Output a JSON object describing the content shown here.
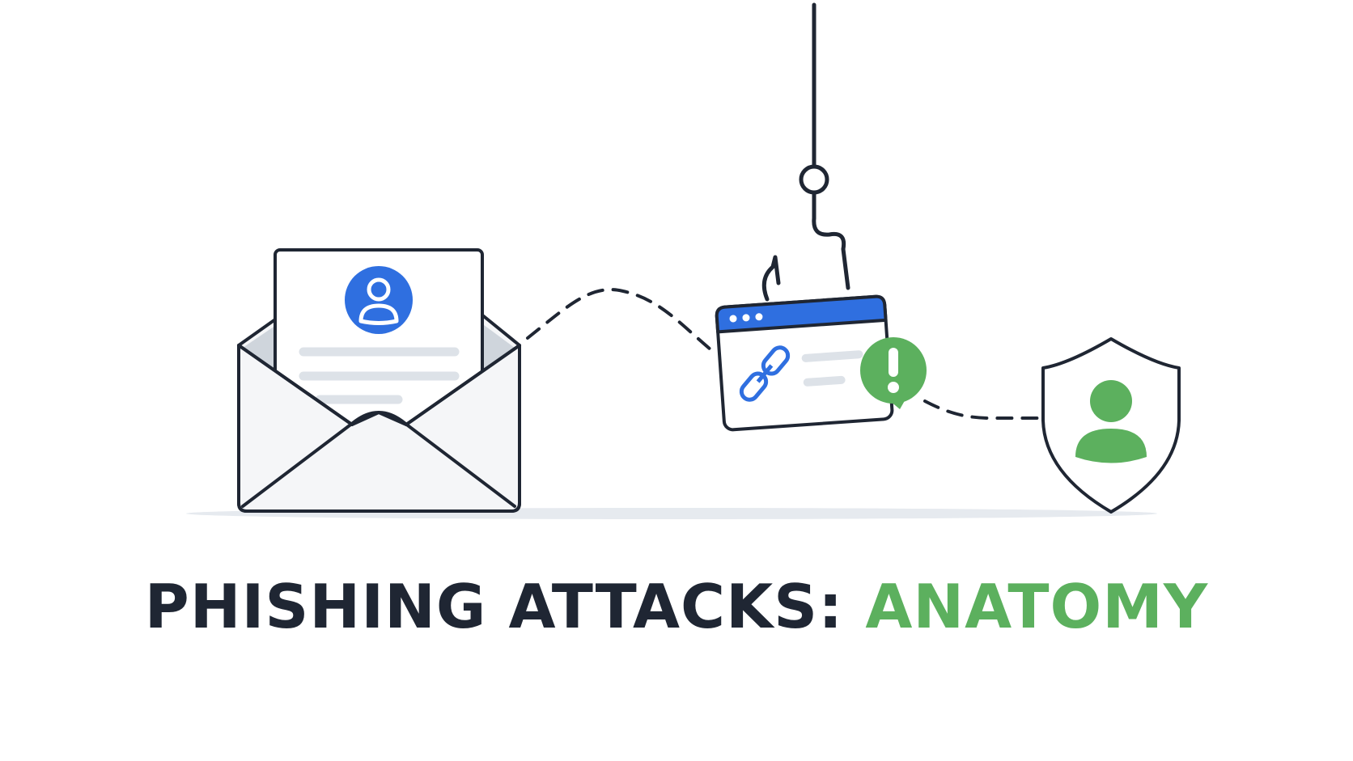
{
  "title": {
    "part1": "PHISHING ATTACKS: ",
    "part2": "ANATOMY"
  },
  "icons": {
    "envelope": "envelope-icon",
    "sender_avatar": "user-avatar-icon",
    "fishing_line": "fishing-line",
    "fishing_hook": "fishing-hook-icon",
    "browser_window": "browser-window-icon",
    "link": "link-icon",
    "warning": "exclamation-warning-icon",
    "shield": "shield-user-icon"
  },
  "colors": {
    "ink": "#1f2633",
    "blue": "#2f6fe0",
    "green": "#5cb05e",
    "paper": "#f5f6f8",
    "placeholder": "#dde2e8"
  }
}
